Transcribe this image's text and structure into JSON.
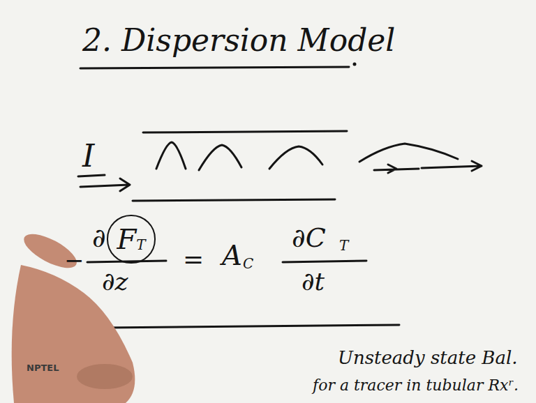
{
  "diagram": {
    "title": "2. Dispersion Model",
    "nodes": [
      {
        "text": [
          "F",
          "T"
        ]
      }
    ],
    "labels": [
      "I",
      "−",
      "∂",
      "∂z",
      "=",
      "A",
      "C",
      "∂C",
      "T",
      "∂t",
      "Unsteady state Bal.",
      "for a tracer in tubular Rxʳ.",
      "NPTEL"
    ]
  }
}
